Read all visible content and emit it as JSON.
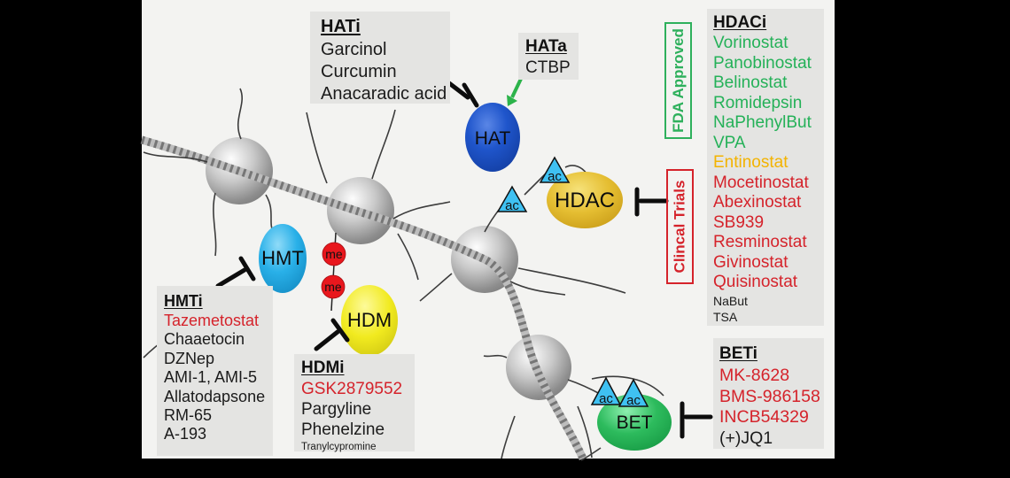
{
  "colors": {
    "background": "#000000",
    "slide": "#f3f3f1",
    "box_gray": "#e4e4e2",
    "fda_green": "#2eb05c",
    "clinical_red": "#d5232b",
    "drug_green": "#24b158",
    "drug_amber": "#f3b300",
    "drug_red": "#d5232b",
    "hat_blue": "#1f55cb",
    "hdac_gold": "#e5be32",
    "hmt_cyan": "#29b0e8",
    "hdm_yellow": "#f1ea1f",
    "bet_green": "#2dbb5d",
    "methyl_red": "#e8171d",
    "acetyl_cyan": "#3fc1f2",
    "nucleosome_gray": "#b5b5b5"
  },
  "nodes": {
    "hat": "HAT",
    "hdac": "HDAC",
    "hmt": "HMT",
    "hdm": "HDM",
    "bet": "BET"
  },
  "marks": {
    "methyl": "me",
    "acetyl": "ac"
  },
  "side_labels": {
    "fda": "FDA Approved",
    "trials": "Clincal Trials"
  },
  "boxes": {
    "hati": {
      "title": "HATi",
      "items": [
        {
          "text": "Garcinol"
        },
        {
          "text": "Curcumin"
        },
        {
          "text": "Anacaradic acid"
        }
      ]
    },
    "hata": {
      "title": "HATa",
      "items": [
        {
          "text": "CTBP"
        }
      ]
    },
    "hdaci": {
      "title": "HDACi",
      "items": [
        {
          "text": "Vorinostat",
          "status": "fda-approved"
        },
        {
          "text": "Panobinostat",
          "status": "fda-approved"
        },
        {
          "text": "Belinostat",
          "status": "fda-approved"
        },
        {
          "text": "Romidepsin",
          "status": "fda-approved"
        },
        {
          "text": "NaPhenylBut",
          "status": "fda-approved"
        },
        {
          "text": "VPA",
          "status": "fda-approved"
        },
        {
          "text": "Entinostat",
          "status": "intermediate"
        },
        {
          "text": "Mocetinostat",
          "status": "clinical-trials"
        },
        {
          "text": "Abexinostat",
          "status": "clinical-trials"
        },
        {
          "text": "SB939",
          "status": "clinical-trials"
        },
        {
          "text": "Resminostat",
          "status": "clinical-trials"
        },
        {
          "text": "Givinostat",
          "status": "clinical-trials"
        },
        {
          "text": "Quisinostat",
          "status": "clinical-trials"
        }
      ],
      "items_small": [
        "NaBut",
        "TSA"
      ]
    },
    "hmti": {
      "title": "HMTi",
      "items": [
        {
          "text": "Tazemetostat",
          "status": "clinical-trials"
        },
        {
          "text": "Chaaetocin",
          "status": "other"
        },
        {
          "text": "DZNep",
          "status": "other"
        },
        {
          "text": "AMI-1, AMI-5",
          "status": "other"
        },
        {
          "text": "Allatodapsone",
          "status": "other"
        },
        {
          "text": "RM-65",
          "status": "other"
        },
        {
          "text": "A-193",
          "status": "other"
        }
      ]
    },
    "hdmi": {
      "title": "HDMi",
      "items": [
        {
          "text": "GSK2879552",
          "status": "clinical-trials"
        },
        {
          "text": "Pargyline",
          "status": "other"
        },
        {
          "text": "Phenelzine",
          "status": "other"
        }
      ],
      "items_small": [
        "Tranylcypromine"
      ]
    },
    "beti": {
      "title": "BETi",
      "items": [
        {
          "text": "MK-8628",
          "status": "clinical-trials"
        },
        {
          "text": "BMS-986158",
          "status": "clinical-trials"
        },
        {
          "text": "INCB54329",
          "status": "clinical-trials"
        },
        {
          "text": "(+)JQ1",
          "status": "other"
        }
      ]
    }
  },
  "relations": [
    {
      "source": "HATi",
      "target": "HAT",
      "type": "inhibits"
    },
    {
      "source": "HATa",
      "target": "HAT",
      "type": "activates"
    },
    {
      "source": "HDACi",
      "target": "HDAC",
      "type": "inhibits"
    },
    {
      "source": "HMTi",
      "target": "HMT",
      "type": "inhibits"
    },
    {
      "source": "HDMi",
      "target": "HDM",
      "type": "inhibits"
    },
    {
      "source": "BETi",
      "target": "BET",
      "type": "inhibits"
    }
  ]
}
